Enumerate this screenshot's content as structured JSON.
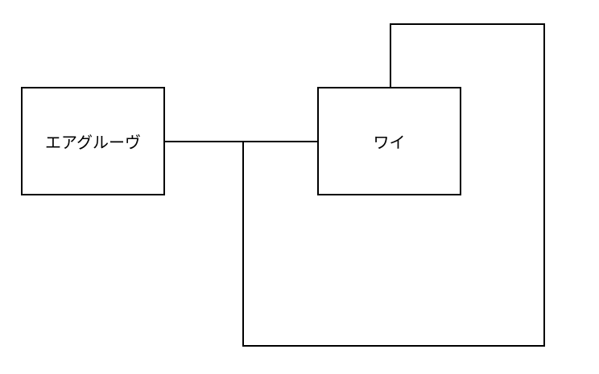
{
  "diagram": {
    "nodes": [
      {
        "id": "left",
        "label": "エアグルーヴ"
      },
      {
        "id": "right",
        "label": "ワイ"
      }
    ],
    "edges": [
      {
        "from": "left",
        "to": "right",
        "type": "line"
      },
      {
        "from": "right",
        "to": "right",
        "type": "loop"
      }
    ],
    "colors": {
      "stroke": "#000000",
      "fill": "#ffffff",
      "text": "#000000"
    }
  }
}
